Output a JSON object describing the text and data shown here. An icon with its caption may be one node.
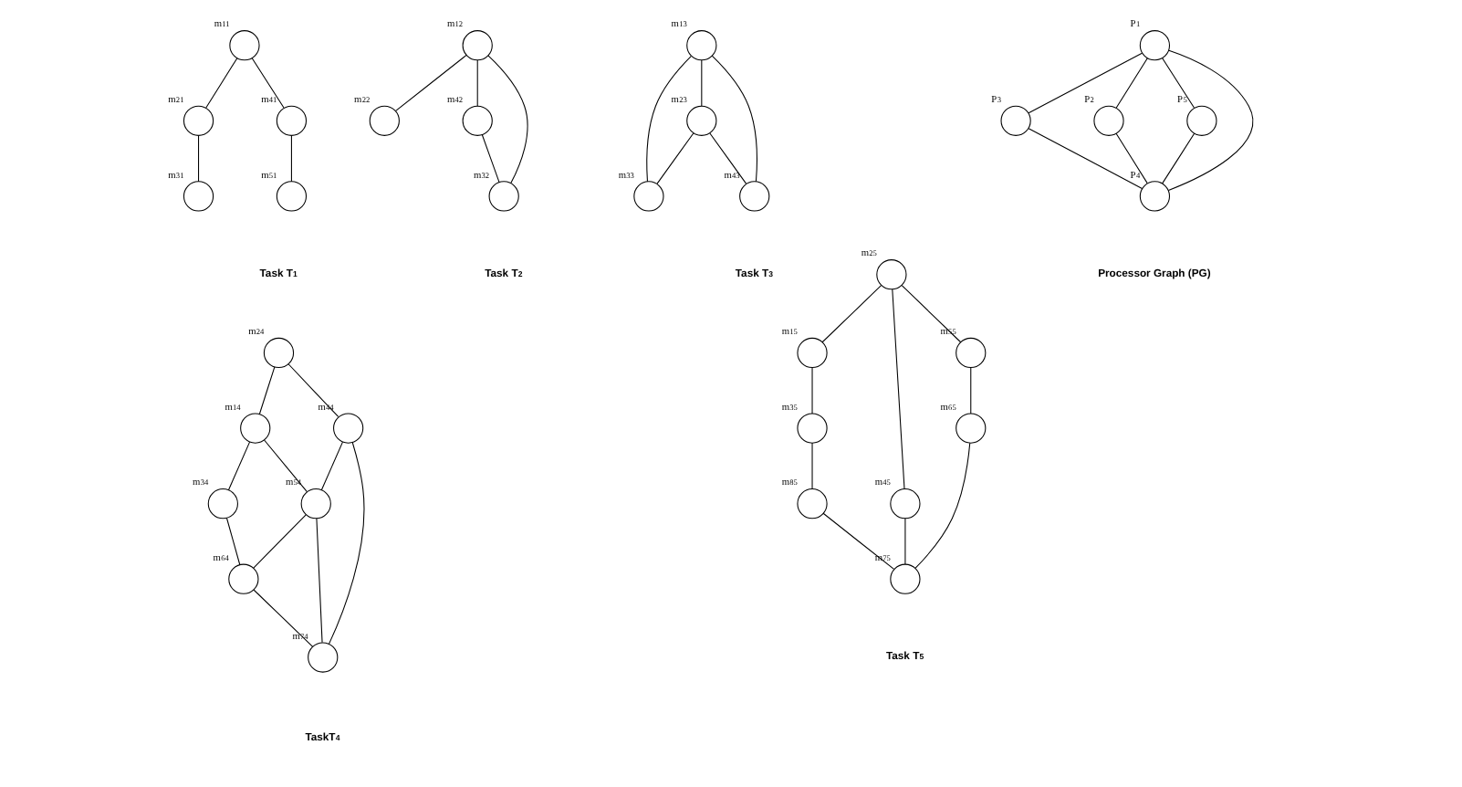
{
  "diagram": {
    "nodes": [
      {
        "text": [],
        "shape": "circle",
        "beside": [
          "m$_{11}$"
        ]
      },
      {
        "text": [],
        "shape": "circle",
        "beside": [
          "m$_{21}$"
        ]
      },
      {
        "text": [],
        "shape": "circle",
        "beside": [
          "m$_{41}$"
        ]
      },
      {
        "text": [],
        "shape": "circle",
        "beside": [
          "m$_{31}$"
        ]
      },
      {
        "text": [],
        "shape": "circle",
        "beside": [
          "m$_{51}$"
        ]
      },
      {
        "text": [],
        "shape": "circle",
        "beside": [
          "m$_{12}$"
        ]
      },
      {
        "text": [],
        "shape": "circle",
        "beside": [
          "m$_{22}$"
        ]
      },
      {
        "text": [],
        "shape": "circle",
        "beside": [
          "m$_{42}$"
        ]
      },
      {
        "text": [],
        "shape": "circle",
        "beside": [
          "m$_{32}$"
        ]
      },
      {
        "text": [],
        "shape": "circle",
        "beside": [
          "m$_{13}$"
        ]
      },
      {
        "text": [],
        "shape": "circle",
        "beside": [
          "m$_{23}$"
        ]
      },
      {
        "text": [],
        "shape": "circle",
        "beside": [
          "m$_{33}$"
        ]
      },
      {
        "text": [],
        "shape": "circle",
        "beside": [
          "m$_{43}$"
        ]
      },
      {
        "text": [],
        "shape": "circle",
        "beside": [
          "P$_{1}$"
        ]
      },
      {
        "text": [],
        "shape": "circle",
        "beside": [
          "P$_{3}$"
        ]
      },
      {
        "text": [],
        "shape": "circle",
        "beside": [
          "P$_{2}$"
        ]
      },
      {
        "text": [],
        "shape": "circle",
        "beside": [
          "P$_{5}$"
        ]
      },
      {
        "text": [],
        "shape": "circle",
        "beside": [
          "P$_{4}$"
        ]
      },
      {
        "text": [],
        "shape": "circle",
        "beside": [
          "m$_{24}$"
        ]
      },
      {
        "text": [],
        "shape": "circle",
        "beside": [
          "m$_{14}$"
        ]
      },
      {
        "text": [],
        "shape": "circle",
        "beside": [
          "m$_{34}$"
        ]
      },
      {
        "text": [],
        "shape": "circle",
        "beside": [
          "m$_{44}$"
        ]
      },
      {
        "text": [],
        "shape": "circle",
        "beside": [
          "m$_{54}$"
        ]
      },
      {
        "text": [],
        "shape": "circle",
        "beside": [
          "m$_{64}$"
        ]
      },
      {
        "text": [],
        "shape": "circle",
        "beside": [
          "m$_{74}$"
        ]
      },
      {
        "text": [],
        "shape": "circle",
        "beside": [
          "m$_{15}$"
        ]
      },
      {
        "text": [],
        "shape": "circle",
        "beside": [
          "m$_{35}$"
        ]
      },
      {
        "text": [],
        "shape": "circle",
        "beside": [
          "m$_{25}$"
        ]
      },
      {
        "text": [],
        "shape": "circle",
        "beside": [
          "m$_{85}$"
        ]
      },
      {
        "text": [],
        "shape": "circle",
        "beside": [
          "m$_{45}$"
        ]
      },
      {
        "text": [],
        "shape": "circle",
        "beside": [
          "m$_{55}$"
        ]
      },
      {
        "text": [],
        "shape": "circle",
        "beside": [
          "m$_{65}$"
        ]
      },
      {
        "text": [],
        "shape": "circle",
        "beside": [
          "m$_{75}$"
        ]
      }
    ],
    "edges": [
      {
        "from": 0,
        "to": 1,
        "arrow": "none"
      },
      {
        "from": 0,
        "to": 2,
        "arrow": "none"
      },
      {
        "from": 1,
        "to": 3,
        "arrow": "none"
      },
      {
        "from": 2,
        "to": 4,
        "arrow": "none"
      },
      {
        "from": 5,
        "to": 6,
        "arrow": "none"
      },
      {
        "from": 5,
        "to": 7,
        "arrow": "none"
      },
      {
        "from": 5,
        "to": 8,
        "arrow": "none"
      },
      {
        "from": 7,
        "to": 8,
        "arrow": "none"
      },
      {
        "from": 9,
        "to": 10,
        "arrow": "none"
      },
      {
        "from": 9,
        "to": 11,
        "arrow": "none"
      },
      {
        "from": 9,
        "to": 12,
        "arrow": "none"
      },
      {
        "from": 10,
        "to": 11,
        "arrow": "none"
      },
      {
        "from": 10,
        "to": 12,
        "arrow": "none"
      },
      {
        "from": 13,
        "to": 14,
        "arrow": "none"
      },
      {
        "from": 13,
        "to": 15,
        "arrow": "none"
      },
      {
        "from": 13,
        "to": 17,
        "arrow": "none"
      },
      {
        "from": 13,
        "to": 16,
        "arrow": "none"
      },
      {
        "from": 14,
        "to": 17,
        "arrow": "none"
      },
      {
        "from": 15,
        "to": 17,
        "arrow": "none"
      },
      {
        "from": 16,
        "to": 17,
        "arrow": "none"
      },
      {
        "from": 18,
        "to": 19,
        "arrow": "none"
      },
      {
        "from": 19,
        "to": 20,
        "arrow": "none"
      },
      {
        "from": 18,
        "to": 21,
        "arrow": "none"
      },
      {
        "from": 19,
        "to": 22,
        "arrow": "none"
      },
      {
        "from": 20,
        "to": 23,
        "arrow": "none"
      },
      {
        "from": 21,
        "to": 22,
        "arrow": "none"
      },
      {
        "from": 22,
        "to": 23,
        "arrow": "none"
      },
      {
        "from": 21,
        "to": 24,
        "arrow": "none"
      },
      {
        "from": 22,
        "to": 24,
        "arrow": "none"
      },
      {
        "from": 23,
        "to": 24,
        "arrow": "none"
      },
      {
        "from": 27,
        "to": 25,
        "arrow": "none"
      },
      {
        "from": 25,
        "to": 26,
        "arrow": "none"
      },
      {
        "from": 26,
        "to": 28,
        "arrow": "none"
      },
      {
        "from": 28,
        "to": 32,
        "arrow": "none"
      },
      {
        "from": 27,
        "to": 29,
        "arrow": "none"
      },
      {
        "from": 29,
        "to": 32,
        "arrow": "none"
      },
      {
        "from": 27,
        "to": 30,
        "arrow": "none"
      },
      {
        "from": 30,
        "to": 31,
        "arrow": "none"
      },
      {
        "from": 31,
        "to": 32,
        "arrow": "none"
      }
    ],
    "labels": [
      "Task T$_{1}$",
      "Task T$_{2}$",
      "Task T$_{3}$",
      "Processor Graph (PG)",
      "TaskT$_{4}$",
      "Task T$_{5}$"
    ]
  }
}
